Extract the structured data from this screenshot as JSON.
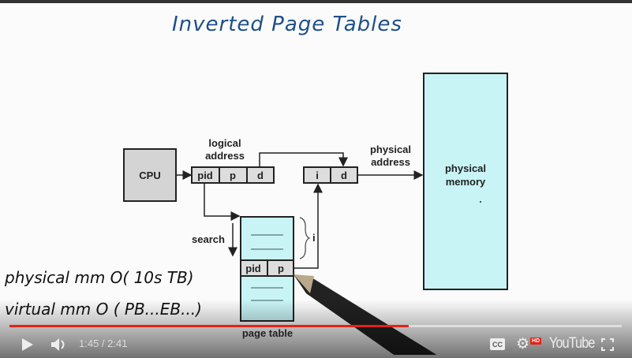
{
  "slide": {
    "title": "Inverted Page Tables",
    "cpu": "CPU",
    "logical_address": [
      "logical",
      "address"
    ],
    "logical_fields": [
      "pid",
      "p",
      "d"
    ],
    "physical_address": [
      "physical",
      "address"
    ],
    "physical_fields": [
      "i",
      "d"
    ],
    "physical_memory": [
      "physical",
      "memory"
    ],
    "search": "search",
    "brace_label": "i",
    "entry_fields": [
      "pid",
      "p"
    ],
    "page_table": "page table",
    "notes": [
      "physical  mm   O( 10s TB)",
      "virtual  mm   O ( PB...EB...)"
    ]
  },
  "player": {
    "current_time": "1:45",
    "duration": "2:41",
    "time_display": "1:45 / 2:41",
    "progress": 0.652,
    "brand": "YouTube",
    "hd_badge": "HD",
    "cc_label": "CC",
    "colors": {
      "progress": "#e62117",
      "hd": "#e62117"
    }
  }
}
